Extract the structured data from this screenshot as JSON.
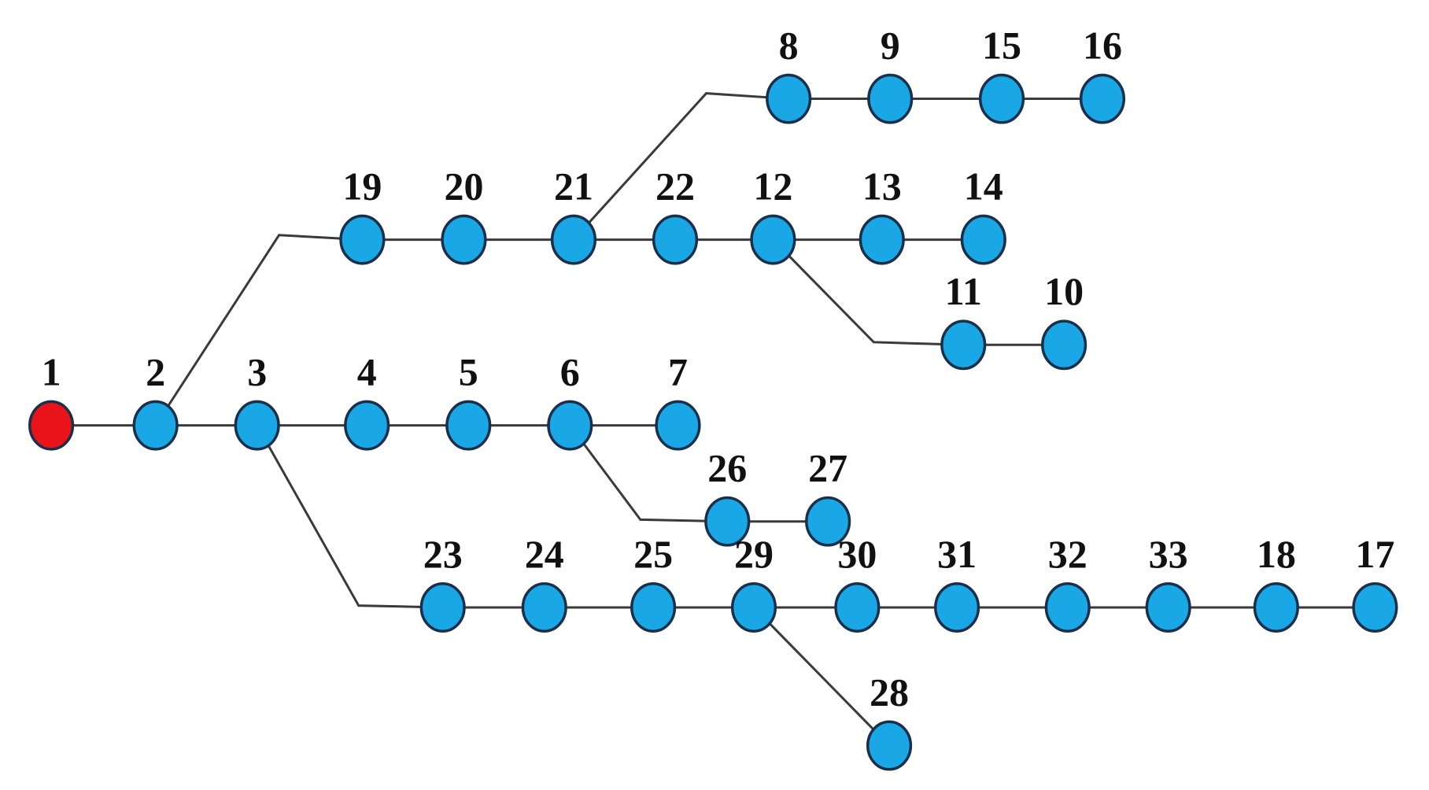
{
  "colors": {
    "source_node": "#e8141a",
    "bus_node": "#1aa7e6",
    "edge": "#3a3a3a"
  },
  "nodes": [
    {
      "id": "1",
      "type": "source"
    },
    {
      "id": "2"
    },
    {
      "id": "3"
    },
    {
      "id": "4"
    },
    {
      "id": "5"
    },
    {
      "id": "6"
    },
    {
      "id": "7"
    },
    {
      "id": "8"
    },
    {
      "id": "9"
    },
    {
      "id": "10"
    },
    {
      "id": "11"
    },
    {
      "id": "12"
    },
    {
      "id": "13"
    },
    {
      "id": "14"
    },
    {
      "id": "15"
    },
    {
      "id": "16"
    },
    {
      "id": "17"
    },
    {
      "id": "18"
    },
    {
      "id": "19"
    },
    {
      "id": "20"
    },
    {
      "id": "21"
    },
    {
      "id": "22"
    },
    {
      "id": "23"
    },
    {
      "id": "24"
    },
    {
      "id": "25"
    },
    {
      "id": "26"
    },
    {
      "id": "27"
    },
    {
      "id": "28"
    },
    {
      "id": "29"
    },
    {
      "id": "30"
    },
    {
      "id": "31"
    },
    {
      "id": "32"
    },
    {
      "id": "33"
    }
  ],
  "edges": [
    [
      "1",
      "2"
    ],
    [
      "2",
      "3"
    ],
    [
      "3",
      "4"
    ],
    [
      "4",
      "5"
    ],
    [
      "5",
      "6"
    ],
    [
      "6",
      "7"
    ],
    [
      "2",
      "19"
    ],
    [
      "19",
      "20"
    ],
    [
      "20",
      "21"
    ],
    [
      "21",
      "22"
    ],
    [
      "22",
      "12"
    ],
    [
      "12",
      "13"
    ],
    [
      "13",
      "14"
    ],
    [
      "21",
      "8"
    ],
    [
      "8",
      "9"
    ],
    [
      "9",
      "15"
    ],
    [
      "15",
      "16"
    ],
    [
      "12",
      "11"
    ],
    [
      "11",
      "10"
    ],
    [
      "6",
      "26"
    ],
    [
      "26",
      "27"
    ],
    [
      "3",
      "23"
    ],
    [
      "23",
      "24"
    ],
    [
      "24",
      "25"
    ],
    [
      "25",
      "29"
    ],
    [
      "29",
      "30"
    ],
    [
      "30",
      "31"
    ],
    [
      "31",
      "32"
    ],
    [
      "32",
      "33"
    ],
    [
      "33",
      "18"
    ],
    [
      "18",
      "17"
    ],
    [
      "29",
      "28"
    ]
  ]
}
